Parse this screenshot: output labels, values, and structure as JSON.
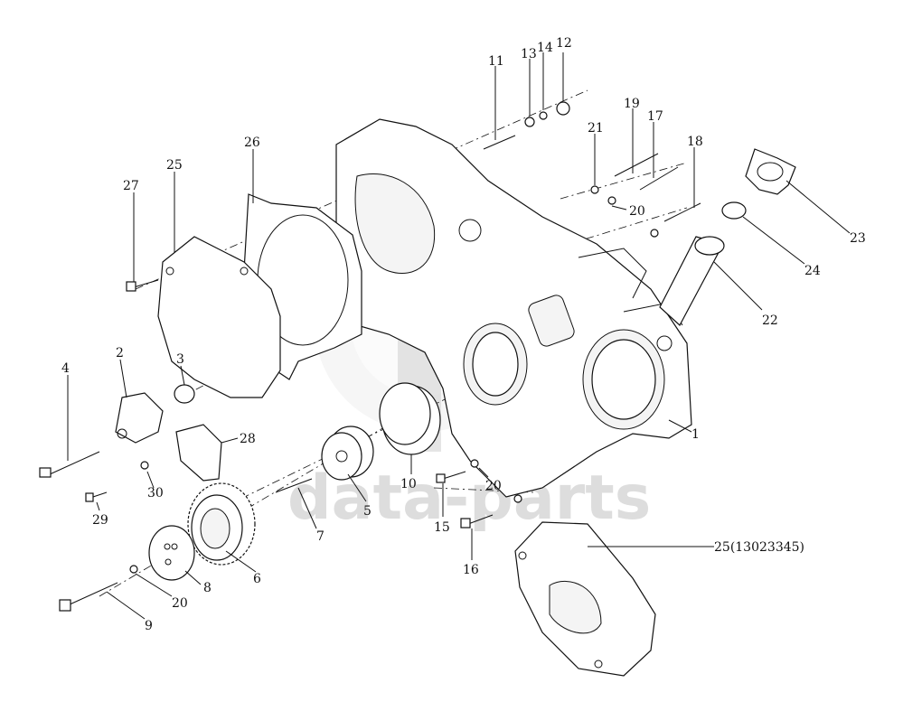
{
  "diagram": {
    "watermark_text": "data-parts",
    "callouts": {
      "c1": "1",
      "c2": "2",
      "c3": "3",
      "c4": "4",
      "c5": "5",
      "c6": "6",
      "c7": "7",
      "c8": "8",
      "c9": "9",
      "c10": "10",
      "c11": "11",
      "c12": "12",
      "c13": "13",
      "c14": "14",
      "c15": "15",
      "c16": "16",
      "c17": "17",
      "c18": "18",
      "c19": "19",
      "c20a": "20",
      "c20b": "20",
      "c20c": "20",
      "c21": "21",
      "c22": "22",
      "c23": "23",
      "c24": "24",
      "c25a": "25",
      "c25b": "25(13023345)",
      "c26": "26",
      "c27": "27",
      "c28": "28",
      "c29": "29",
      "c30": "30"
    }
  }
}
